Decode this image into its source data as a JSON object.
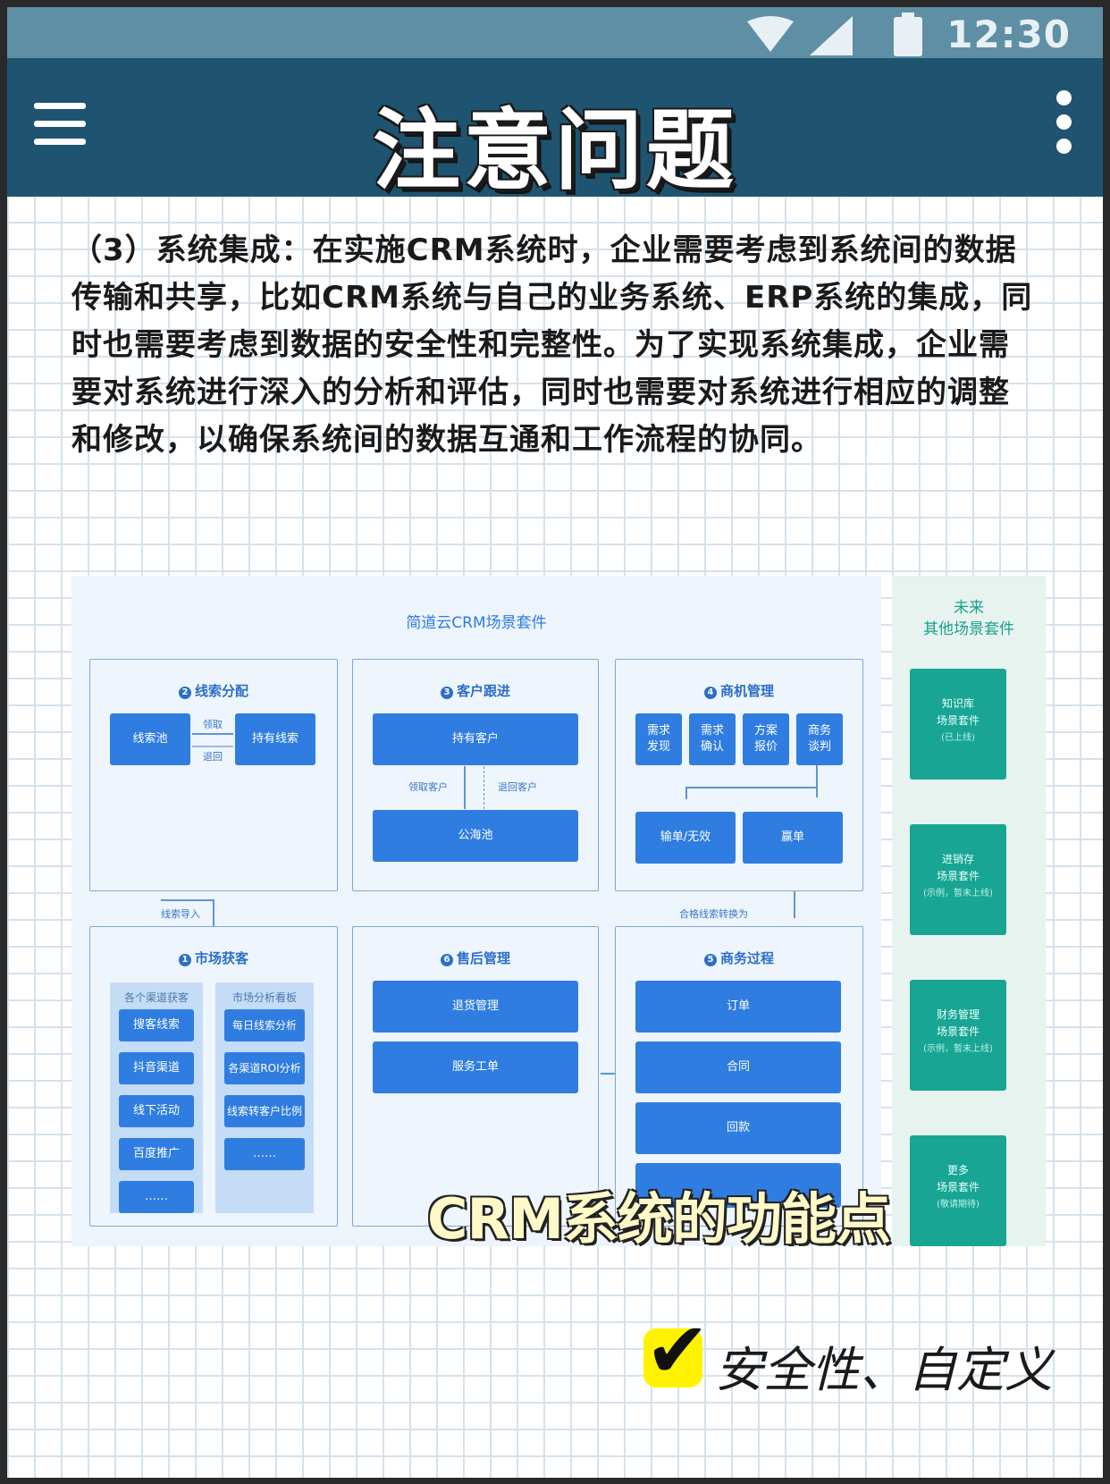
{
  "status_bar": {
    "time": "12:30",
    "icons": [
      "wifi-icon",
      "signal-icon",
      "battery-icon"
    ]
  },
  "app_bar": {
    "title": "注意问题",
    "left_icon": "hamburger-menu-icon",
    "right_icon": "more-vertical-icon"
  },
  "body": {
    "paragraph": "（3）系统集成：在实施CRM系统时，企业需要考虑到系统间的数据传输和共享，比如CRM系统与自己的业务系统、ERP系统的集成，同时也需要考虑到数据的安全性和完整性。为了实现系统集成，企业需要对系统进行深入的分析和评估，同时也需要对系统进行相应的调整和修改，以确保系统间的数据互通和工作流程的协同。"
  },
  "diagram": {
    "title": "简道云CRM场景套件",
    "modules": {
      "leads": {
        "num": "2",
        "title": "线索分配",
        "pool": "线索池",
        "own": "持有线索",
        "take": "领取",
        "return": "退回"
      },
      "customer": {
        "num": "3",
        "title": "客户跟进",
        "own": "持有客户",
        "sea": "公海池",
        "take": "领取客户",
        "return": "退回客户"
      },
      "opportunity": {
        "num": "4",
        "title": "商机管理",
        "steps": [
          "需求\n发现",
          "需求\n确认",
          "方案\n报价",
          "商务\n谈判"
        ],
        "lose": "输单/无效",
        "win": "赢单"
      },
      "market": {
        "num": "1",
        "title": "市场获客",
        "col1_head": "各个渠道获客",
        "col1": [
          "搜客线索",
          "抖音渠道",
          "线下活动",
          "百度推广",
          "……"
        ],
        "col2_head": "市场分析看板",
        "col2": [
          "每日线索分析",
          "各渠道ROI分析",
          "线索转客户比例",
          "……"
        ]
      },
      "aftersale": {
        "num": "6",
        "title": "售后管理",
        "items": [
          "退货管理",
          "服务工单"
        ]
      },
      "business": {
        "num": "5",
        "title": "商务过程",
        "items": [
          "订单",
          "合同",
          "回款"
        ]
      }
    },
    "links": {
      "import": "线索导入",
      "convert": "合格线索转换为"
    },
    "side": {
      "title": "未来\n其他场景套件",
      "cards": [
        {
          "name": "知识库\n场景套件",
          "sub": "(已上线)"
        },
        {
          "name": "进销存\n场景套件",
          "sub": "(示例，暂未上线)"
        },
        {
          "name": "财务管理\n场景套件",
          "sub": "(示例，暂未上线)"
        },
        {
          "name": "更多\n场景套件",
          "sub": "(敬请期待)"
        }
      ]
    }
  },
  "overlay": {
    "caption": "CRM系统的功能点",
    "check_label": "安全性、自定义",
    "check_icon": "checkmark-icon"
  },
  "colors": {
    "status_bar": "#5f8fa5",
    "app_bar": "#1f5470",
    "diagram_blue": "#2f7de0",
    "side_teal": "#18a594",
    "caption_yellow": "#fff9c8",
    "check_yellow": "#fff200"
  }
}
